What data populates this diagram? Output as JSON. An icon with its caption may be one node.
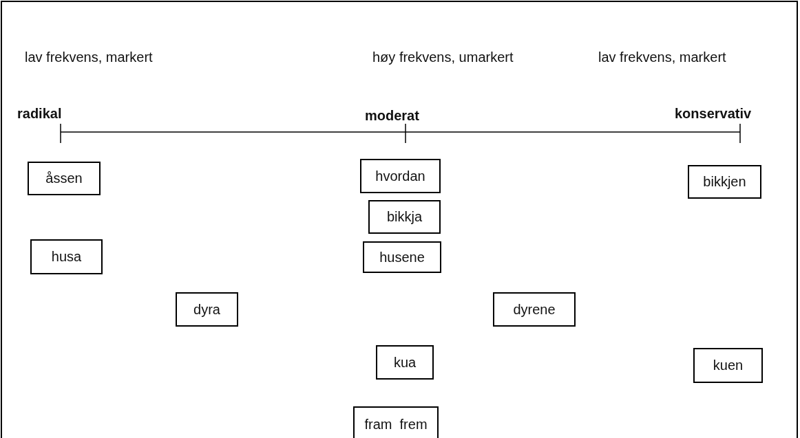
{
  "diagram": {
    "nodes": [
      {
        "text": [
          "åssen"
        ]
      },
      {
        "text": [
          "hvordan"
        ]
      },
      {
        "text": [
          "bikkjen"
        ]
      },
      {
        "text": [
          "bikkja"
        ]
      },
      {
        "text": [
          "husa"
        ]
      },
      {
        "text": [
          "husene"
        ]
      },
      {
        "text": [
          "dyra"
        ]
      },
      {
        "text": [
          "dyrene"
        ]
      },
      {
        "text": [
          "kua"
        ]
      },
      {
        "text": [
          "kuen"
        ]
      },
      {
        "text": [
          "fram  frem"
        ]
      }
    ],
    "labels": [
      "lav frekvens, markert",
      "høy frekvens, umarkert",
      "lav frekvens, markert",
      "radikal",
      "moderat",
      "konservativ"
    ]
  }
}
